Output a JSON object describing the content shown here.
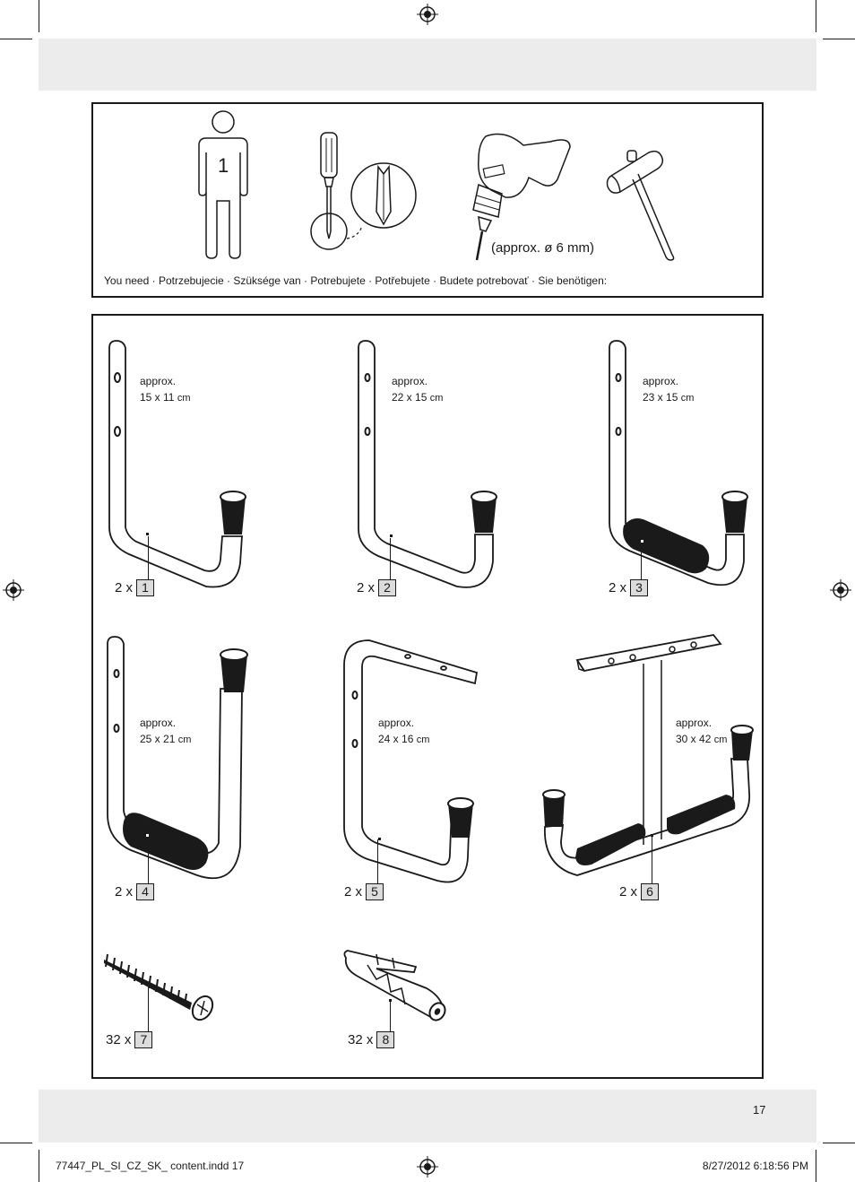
{
  "tools": {
    "person_count": "1",
    "drill_size": "(approx. ø 6 mm)",
    "you_need": "You need · Potrzebujecie · Szüksége van · Potrebujete · Potřebujete · Budete potrebovať · Sie benötigen:"
  },
  "parts": [
    {
      "qty": "2 x",
      "num": "1",
      "dim_label": "approx.",
      "dim": "15 x 11",
      "unit": "cm"
    },
    {
      "qty": "2 x",
      "num": "2",
      "dim_label": "approx.",
      "dim": "22 x 15",
      "unit": "cm"
    },
    {
      "qty": "2 x",
      "num": "3",
      "dim_label": "approx.",
      "dim": "23 x 15",
      "unit": "cm"
    },
    {
      "qty": "2 x",
      "num": "4",
      "dim_label": "approx.",
      "dim": "25 x 21",
      "unit": "cm"
    },
    {
      "qty": "2 x",
      "num": "5",
      "dim_label": "approx.",
      "dim": "24 x 16",
      "unit": "cm"
    },
    {
      "qty": "2 x",
      "num": "6",
      "dim_label": "approx.",
      "dim": "30 x 42",
      "unit": "cm"
    },
    {
      "qty": "32 x",
      "num": "7"
    },
    {
      "qty": "32 x",
      "num": "8"
    }
  ],
  "page_number": "17",
  "footer": {
    "file": "77447_PL_SI_CZ_SK_ content.indd   17",
    "date": "8/27/2012   6:18:56 PM"
  },
  "icons": [
    "person-icon",
    "screwdriver-icon",
    "drill-icon",
    "hammer-icon",
    "hook-icon",
    "screw-icon",
    "wall-plug-icon",
    "registration-mark-icon"
  ]
}
